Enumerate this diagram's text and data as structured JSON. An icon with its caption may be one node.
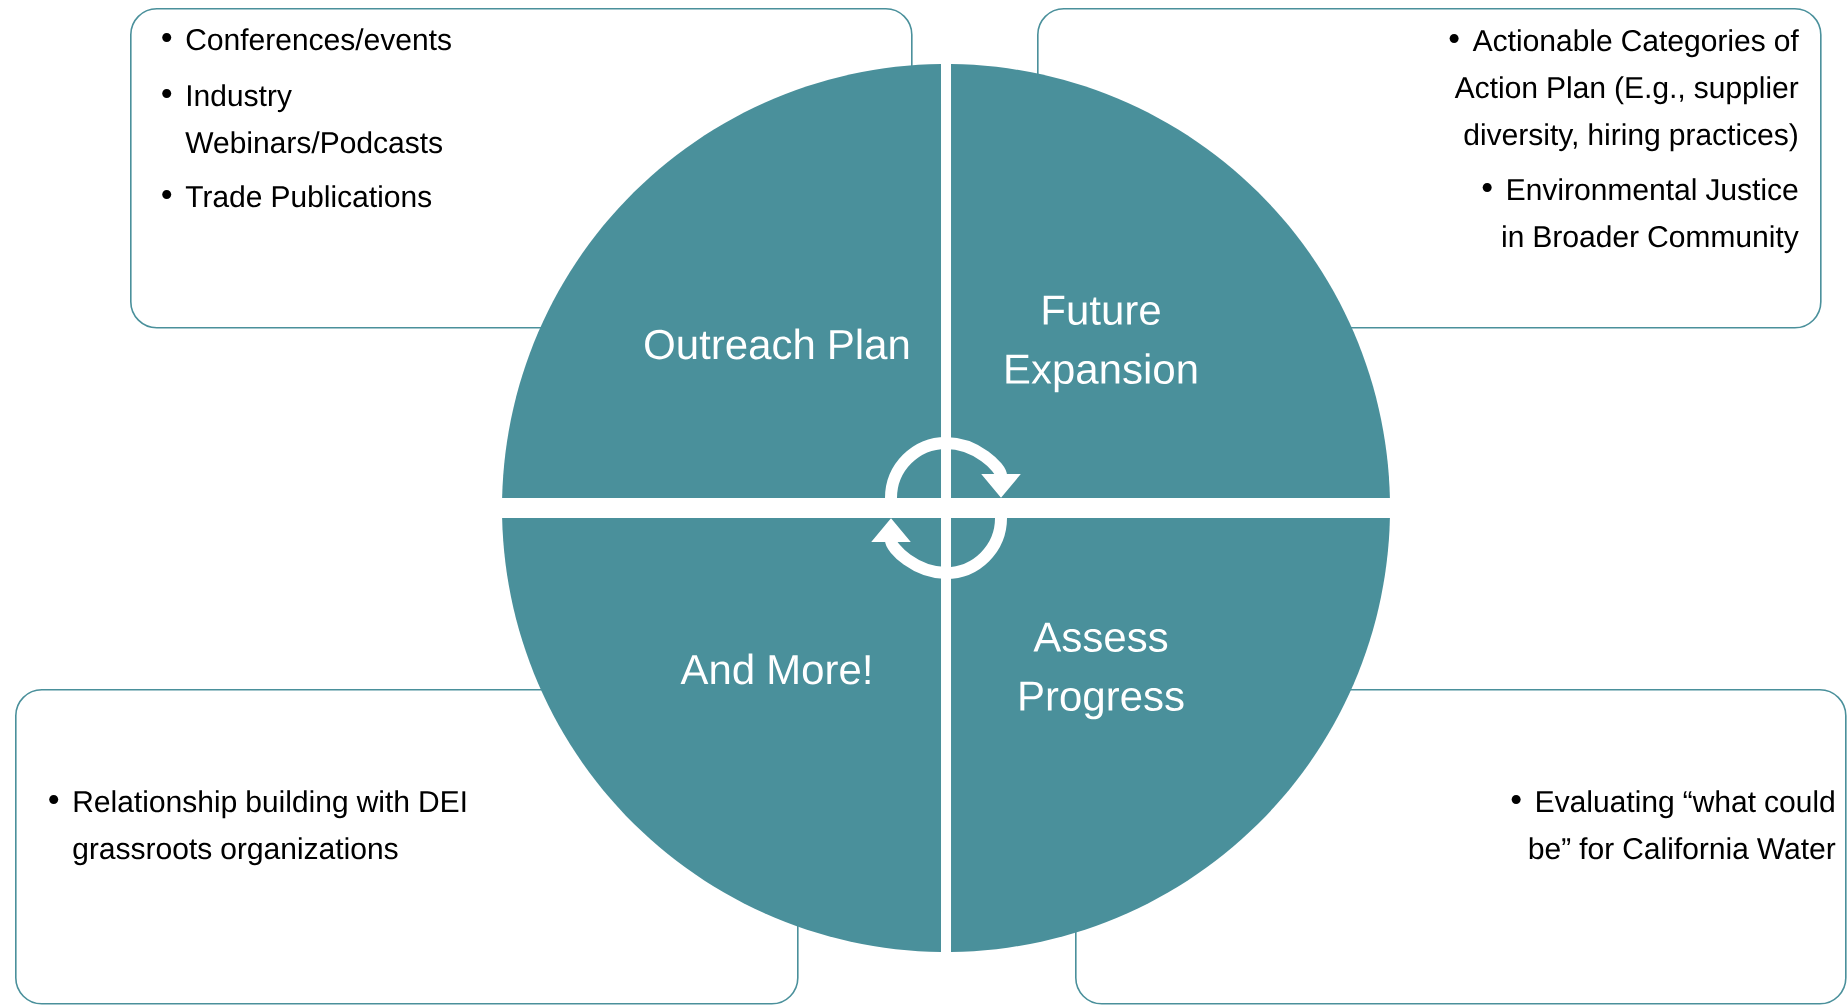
{
  "diagram": {
    "nodes": [
      {
        "text": [
          "Conferences/events",
          "Industry Webinars/Podcasts",
          "Trade Publications"
        ]
      },
      {
        "text": [
          "Actionable Categories of Action Plan (E.g., supplier diversity, hiring practices)",
          "Environmental Justice in Broader Community"
        ]
      },
      {
        "text": [
          "Outreach Plan"
        ]
      },
      {
        "text": [
          "Future Expansion"
        ]
      },
      {
        "text": [
          "And More!"
        ]
      },
      {
        "text": [
          "Assess Progress"
        ]
      },
      {
        "text": [
          "Relationship building with DEI grassroots organizations"
        ]
      },
      {
        "text": [
          "Evaluating “what could be” for California Water"
        ]
      }
    ],
    "edges": [
      {
        "from": 2,
        "to": 3,
        "arrow": "to"
      },
      {
        "from": 5,
        "to": 4,
        "arrow": "to"
      }
    ]
  }
}
